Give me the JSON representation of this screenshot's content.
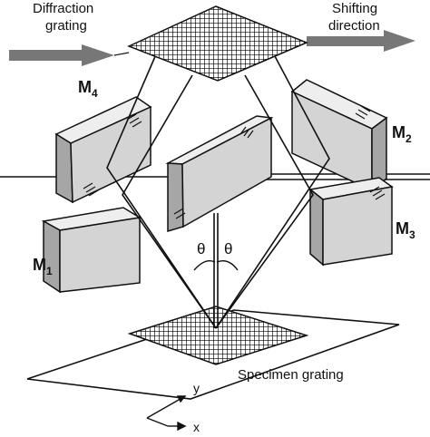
{
  "labels": {
    "diffraction_grating": [
      "Diffraction",
      "grating"
    ],
    "shifting_direction": [
      "Shifting",
      "direction"
    ],
    "mirror_m4": {
      "base": "M",
      "sub": "4"
    },
    "mirror_m2": {
      "base": "M",
      "sub": "2"
    },
    "mirror_m1": {
      "base": "M",
      "sub": "1"
    },
    "mirror_m3": {
      "base": "M",
      "sub": "3"
    },
    "theta_left": "θ",
    "theta_right": "θ",
    "specimen_grating": "Specimen grating",
    "axis_y": "y",
    "axis_x": "x"
  },
  "colors": {
    "arrow": "#777777",
    "mirror_face": "#d4d4d4",
    "mirror_side": "#a6a6a6",
    "line": "#111111"
  }
}
